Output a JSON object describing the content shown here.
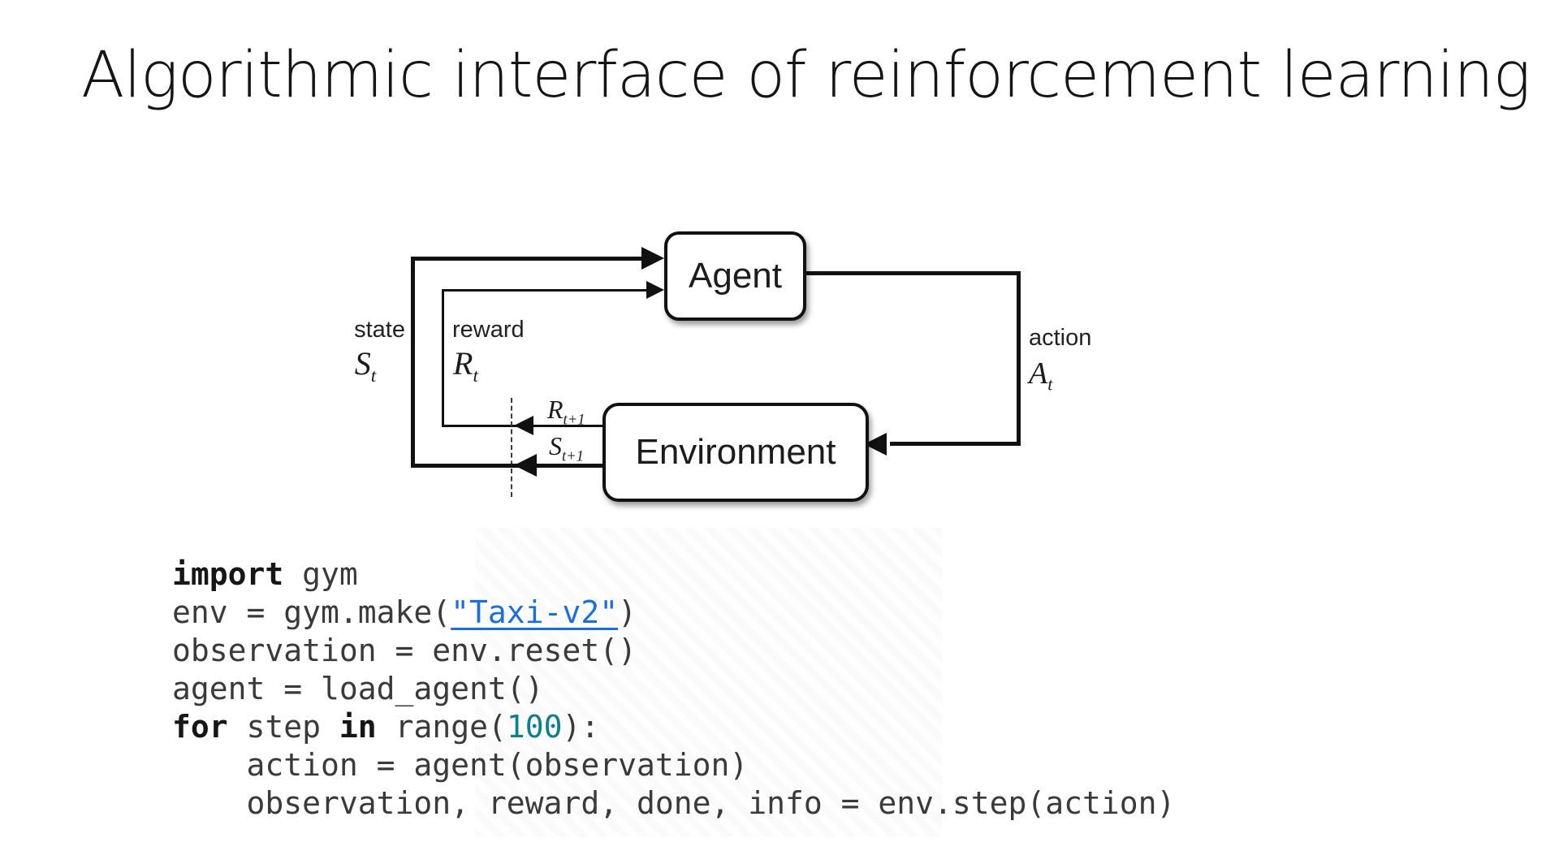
{
  "title": "Algorithmic interface of reinforcement learning",
  "diagram": {
    "agent_box": "Agent",
    "environment_box": "Environment",
    "labels": {
      "state": {
        "word": "state",
        "base": "S",
        "sub": "t"
      },
      "reward": {
        "word": "reward",
        "base": "R",
        "sub": "t"
      },
      "action": {
        "word": "action",
        "base": "A",
        "sub": "t"
      },
      "reward_next": {
        "base": "R",
        "sub": "t+1"
      },
      "state_next": {
        "base": "S",
        "sub": "t+1"
      }
    }
  },
  "code": {
    "lines": [
      [
        {
          "t": "import",
          "s": "kw"
        },
        {
          "t": " gym",
          "s": "pl"
        }
      ],
      [
        {
          "t": "env = gym.make(",
          "s": "pl"
        },
        {
          "t": "\"Taxi-v2\"",
          "s": "link"
        },
        {
          "t": ")",
          "s": "pl"
        }
      ],
      [
        {
          "t": "observation = env.reset()",
          "s": "pl"
        }
      ],
      [
        {
          "t": "agent = load_agent()",
          "s": "pl"
        }
      ],
      [
        {
          "t": "for",
          "s": "kw"
        },
        {
          "t": " step ",
          "s": "pl"
        },
        {
          "t": "in",
          "s": "kw"
        },
        {
          "t": " range(",
          "s": "pl"
        },
        {
          "t": "100",
          "s": "num"
        },
        {
          "t": "):",
          "s": "pl"
        }
      ],
      [
        {
          "t": "    action = agent(observation)",
          "s": "pl"
        }
      ],
      [
        {
          "t": "    observation, reward, done, info = env.step(action)",
          "s": "pl"
        }
      ]
    ]
  },
  "colors": {
    "line_black": "#111111",
    "keyword": "#161616",
    "code_text": "#3a3a3a",
    "link_blue": "#1a6fd8",
    "number_teal": "#0f7f8b"
  }
}
